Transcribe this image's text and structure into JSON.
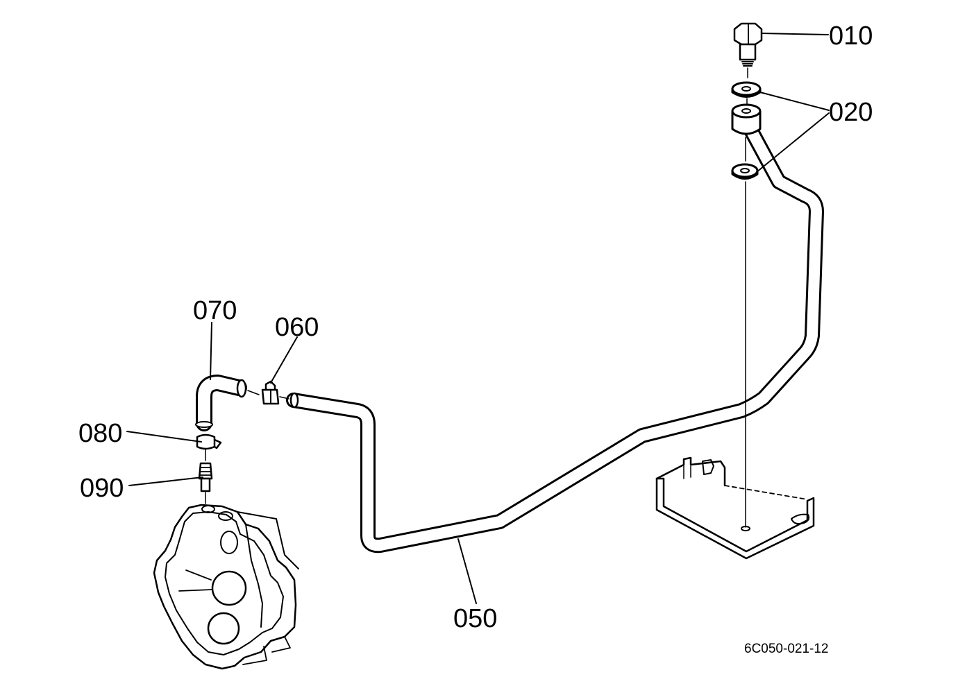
{
  "parts": [
    {
      "id": "p010",
      "label": "010"
    },
    {
      "id": "p020",
      "label": "020"
    },
    {
      "id": "p050",
      "label": "050"
    },
    {
      "id": "p060",
      "label": "060"
    },
    {
      "id": "p070",
      "label": "070"
    },
    {
      "id": "p080",
      "label": "080"
    },
    {
      "id": "p090",
      "label": "090"
    }
  ],
  "drawing_code": "6C050-021-12"
}
